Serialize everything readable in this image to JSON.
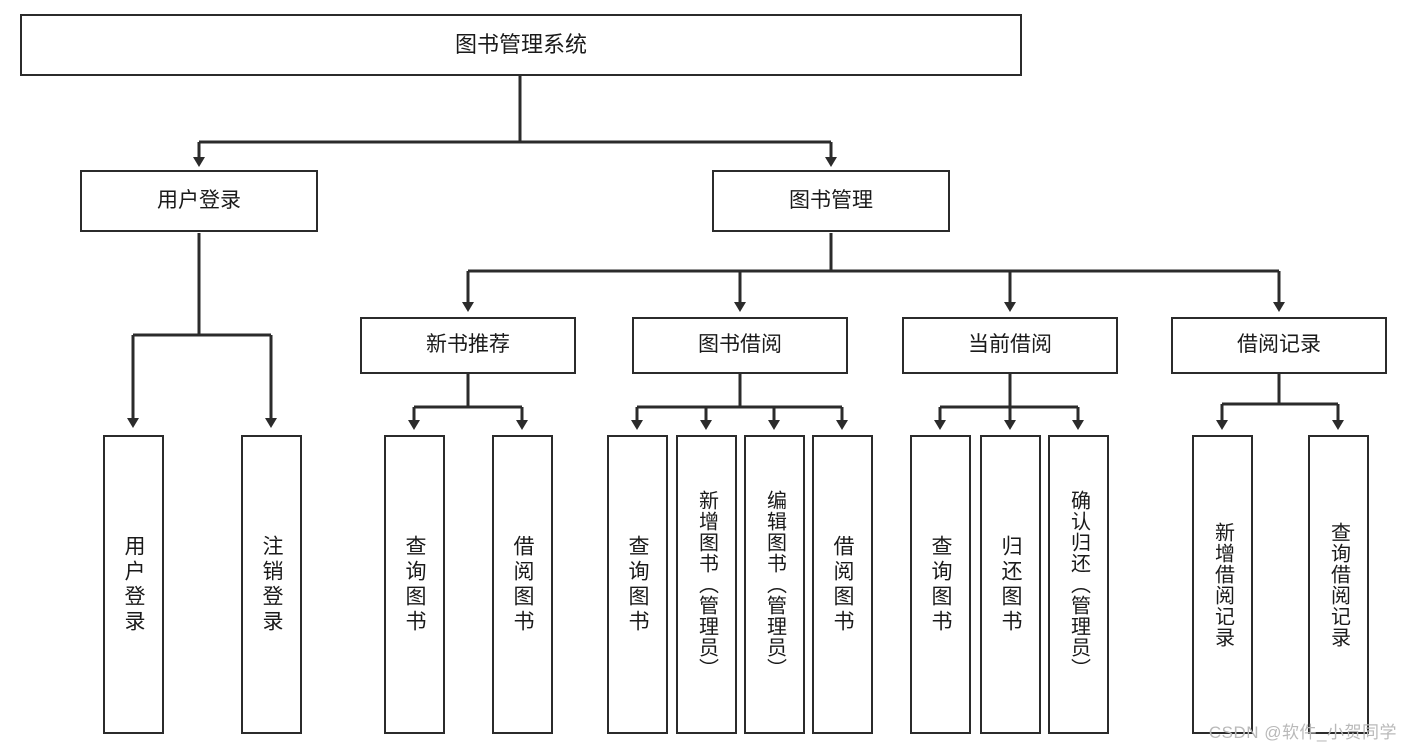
{
  "diagram": {
    "title": "图书管理系统",
    "type": "tree-hierarchy-diagram",
    "root": {
      "id": "root",
      "label": "图书管理系统"
    },
    "level2": [
      {
        "id": "user-login",
        "label": "用户登录"
      },
      {
        "id": "book-mgmt",
        "label": "图书管理"
      }
    ],
    "level3": [
      {
        "id": "new-book-rec",
        "label": "新书推荐",
        "parent": "book-mgmt"
      },
      {
        "id": "book-borrow",
        "label": "图书借阅",
        "parent": "book-mgmt"
      },
      {
        "id": "current-borrow",
        "label": "当前借阅",
        "parent": "book-mgmt"
      },
      {
        "id": "borrow-record",
        "label": "借阅记录",
        "parent": "book-mgmt"
      }
    ],
    "leaves": [
      {
        "id": "leaf-user-login",
        "label": "用户登录",
        "parent": "user-login"
      },
      {
        "id": "leaf-user-logout",
        "label": "注销登录",
        "parent": "user-login"
      },
      {
        "id": "leaf-query-book-1",
        "label": "查询图书",
        "parent": "new-book-rec"
      },
      {
        "id": "leaf-borrow-book-1",
        "label": "借阅图书",
        "parent": "new-book-rec"
      },
      {
        "id": "leaf-query-book-2",
        "label": "查询图书",
        "parent": "book-borrow"
      },
      {
        "id": "leaf-add-book",
        "label": "新增图书（管理员）",
        "parent": "book-borrow"
      },
      {
        "id": "leaf-edit-book",
        "label": "编辑图书（管理员）",
        "parent": "book-borrow"
      },
      {
        "id": "leaf-borrow-book-2",
        "label": "借阅图书",
        "parent": "book-borrow"
      },
      {
        "id": "leaf-query-book-3",
        "label": "查询图书",
        "parent": "current-borrow"
      },
      {
        "id": "leaf-return-book",
        "label": "归还图书",
        "parent": "current-borrow"
      },
      {
        "id": "leaf-confirm-return",
        "label": "确认归还（管理员）",
        "parent": "current-borrow"
      },
      {
        "id": "leaf-add-record",
        "label": "新增借阅记录",
        "parent": "borrow-record"
      },
      {
        "id": "leaf-query-record",
        "label": "查询借阅记录",
        "parent": "borrow-record"
      }
    ]
  },
  "watermark": {
    "text": "CSDN @软件_小贺同学"
  },
  "colors": {
    "stroke": "#2b2b2b",
    "fill": "#ffffff",
    "text": "#1a1a1a",
    "watermark": "#b9b9b9",
    "background": "#ffffff"
  }
}
